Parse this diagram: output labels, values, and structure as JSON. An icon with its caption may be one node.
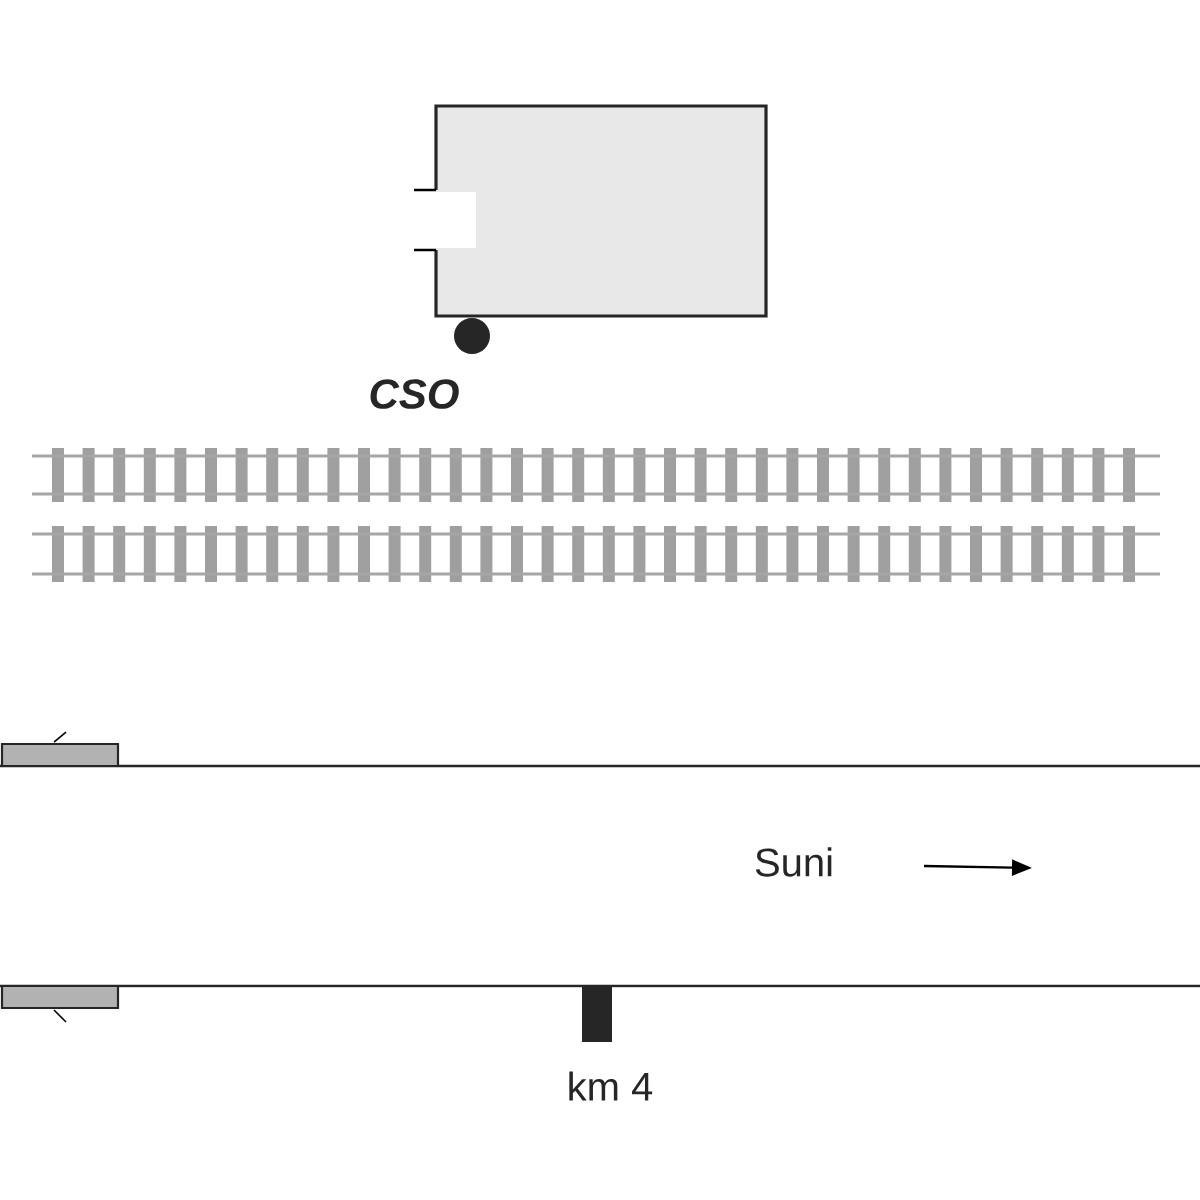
{
  "diagram": {
    "labels": [
      "CSO",
      "Suni",
      "km 4"
    ]
  }
}
